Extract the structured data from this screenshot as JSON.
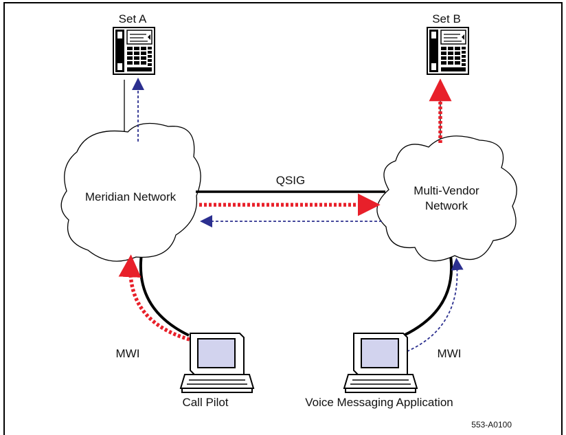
{
  "labels": {
    "set_a": "Set A",
    "set_b": "Set B",
    "meridian_network": "Meridian Network",
    "multivendor_line1": "Multi-Vendor",
    "multivendor_line2": "Network",
    "qsig": "QSIG",
    "mwi_left": "MWI",
    "mwi_right": "MWI",
    "call_pilot": "Call Pilot",
    "voice_messaging": "Voice Messaging Application",
    "figure_id": "553-A0100"
  },
  "colors": {
    "red_arrow": "#e8202a",
    "blue_arrow": "#2b2f8f",
    "screen": "#d2d3ee",
    "line": "#000000"
  },
  "icons": {
    "telephone": "telephone-icon",
    "computer": "computer-icon",
    "cloud": "cloud-shape"
  }
}
